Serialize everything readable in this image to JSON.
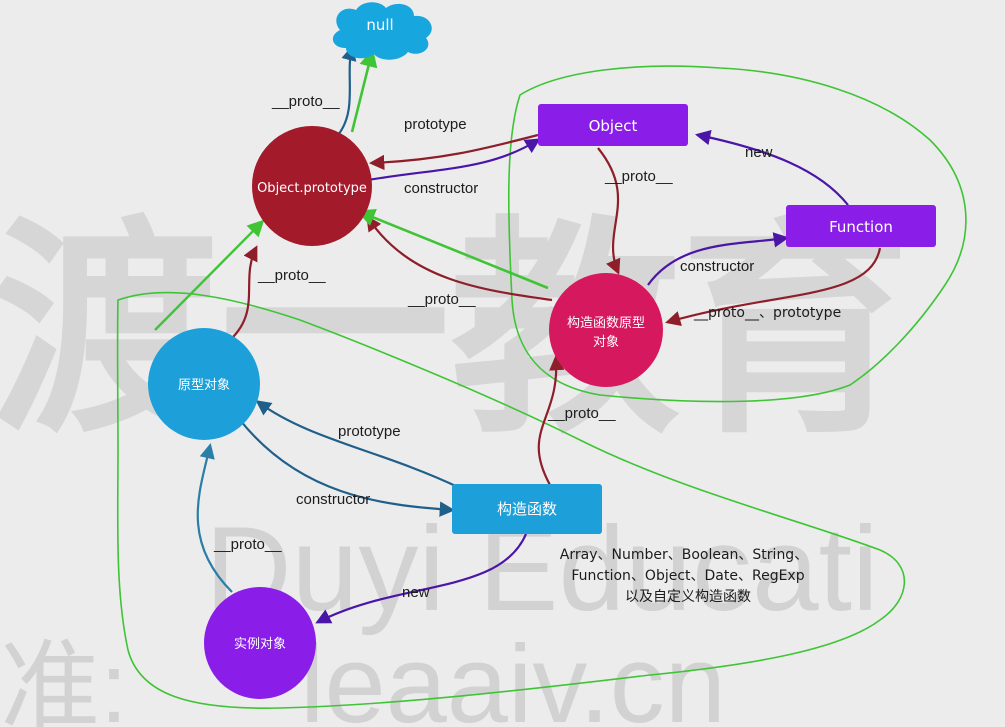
{
  "nodes": {
    "null": "null",
    "object_prototype": "Object.prototype",
    "object": "Object",
    "function": "Function",
    "ctor_prototype_line1": "构造函数原型",
    "ctor_prototype_line2": "对象",
    "prototype_object": "原型对象",
    "constructor": "构造函数",
    "instance": "实例对象"
  },
  "labels": {
    "proto_null": "__proto__",
    "prototype_top": "prototype",
    "constructor_top": "constructor",
    "proto_object": "__proto__",
    "new_function": "new",
    "constructor_function": "constructor",
    "proto_prototype_function": "__proto__、prototype",
    "proto_ctor_proto": "__proto__",
    "proto_proto_obj": "__proto__",
    "prototype_left": "prototype",
    "constructor_left": "constructor",
    "proto_ctor": "__proto__",
    "proto_instance": "__proto__",
    "new_instance": "new"
  },
  "note": {
    "line1": "Array、Number、Boolean、String、",
    "line2": "Function、Object、Date、RegExp",
    "line3": "以及自定义构造函数"
  },
  "watermark": {
    "big_chars": "渡一教育",
    "brand": "Duyi Educati",
    "url_prefix": "准:",
    "url": "leaaiv.cn"
  },
  "colors": {
    "dark_red": "#a31a2b",
    "crimson": "#d6195e",
    "violet": "#8a1de8",
    "sky": "#1d9fd9",
    "green": "#3fc436",
    "arrow_red": "#8e1f2a",
    "arrow_blue": "#1f5f8a",
    "arrow_purple": "#4b16a8"
  }
}
